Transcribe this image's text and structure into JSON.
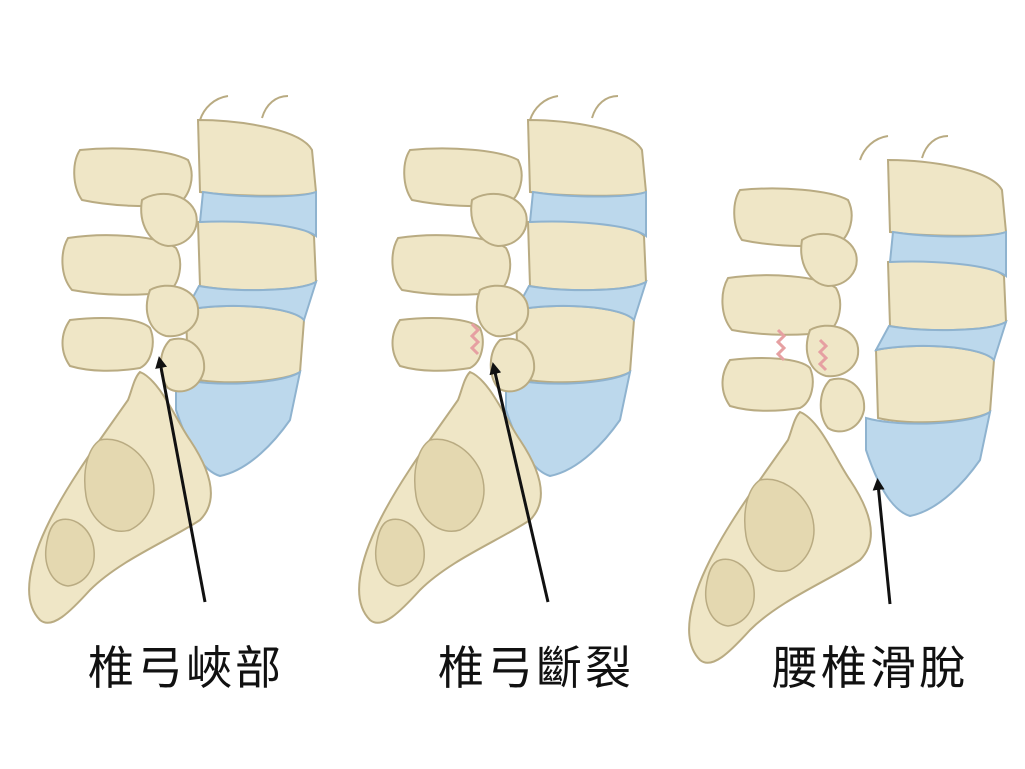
{
  "colors": {
    "bone": "#efe6c6",
    "bone_shadow": "#d8cca2",
    "bone_outline": "#b9ab82",
    "disc": "#bcd8ec",
    "disc_outline": "#8fb3cf",
    "fracture": "#e6a0a2",
    "arrow": "#111111",
    "label": "#111111",
    "background": "#ffffff"
  },
  "panels": [
    {
      "label": "椎弓峽部",
      "condition": "isthmus",
      "icon": "lumbar-spine-normal-illustration"
    },
    {
      "label": "椎弓斷裂",
      "condition": "fracture",
      "icon": "lumbar-spine-fracture-illustration"
    },
    {
      "label": "腰椎滑脫",
      "condition": "slip",
      "icon": "lumbar-spine-slip-illustration"
    }
  ]
}
